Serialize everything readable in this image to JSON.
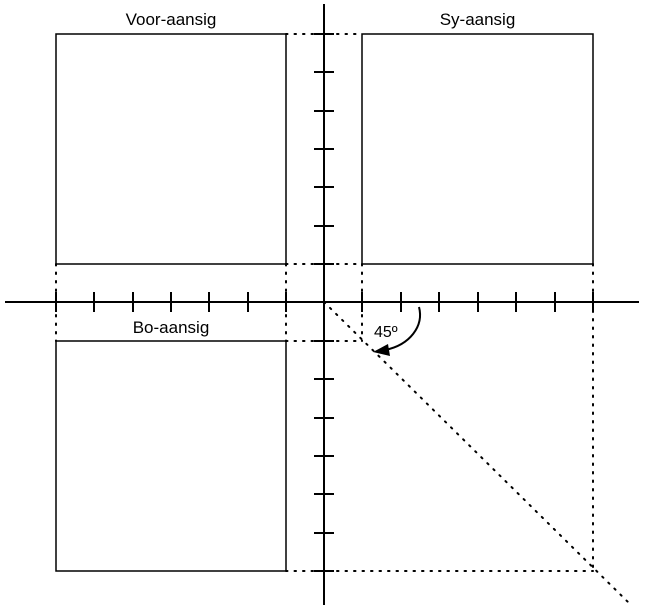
{
  "views": {
    "front_label": "Voor-aansig",
    "side_label": "Sy-aansig",
    "top_label": "Bo-aansig"
  },
  "angle_label": "45º",
  "colors": {
    "line": "#000000",
    "background": "#ffffff"
  }
}
